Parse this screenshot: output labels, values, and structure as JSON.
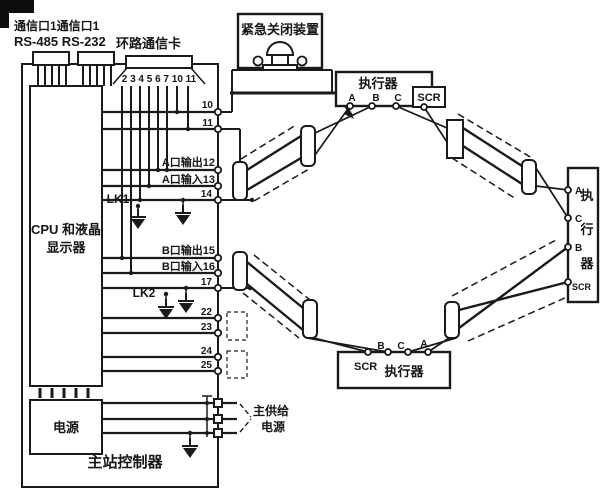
{
  "controller": {
    "title": "主站控制器",
    "cpu_line1": "CPU 和液晶",
    "cpu_line2": "显示器",
    "power_label": "电源",
    "comm_ports": "通信口1通信口1",
    "comm_standards": "RS-485 RS-232",
    "loop_card_label": "环路通信卡",
    "card_pin_row": "2 3 4 5 6 7 10 11",
    "lk1": "LK1",
    "lk2": "LK2",
    "pins": {
      "p10": "10",
      "p11": "11",
      "a_out": "A口输出12",
      "a_in": "A口输入13",
      "p14": "14",
      "b_out": "B口输出15",
      "b_in": "B口输入16",
      "p17": "17",
      "p22": "22",
      "p23": "23",
      "p24": "24",
      "p25": "25"
    },
    "supply_line1": "主供给",
    "supply_line2": "电源"
  },
  "emergency": {
    "label": "紧急关闭装置"
  },
  "actuator_top": {
    "title": "执行器",
    "term_a": "A",
    "term_b": "B",
    "term_c": "C",
    "term_scr": "SCR"
  },
  "actuator_right": {
    "char1": "执",
    "char2": "行",
    "char3": "器",
    "term_a": "A",
    "term_c": "C",
    "term_b": "B",
    "term_scr": "SCR"
  },
  "actuator_bottom": {
    "title": "执行器",
    "term_scr": "SCR",
    "term_b": "B",
    "term_c": "C",
    "term_a": "A"
  },
  "colors": {
    "ink": "#1a1a1a",
    "paper": "#ffffff"
  }
}
